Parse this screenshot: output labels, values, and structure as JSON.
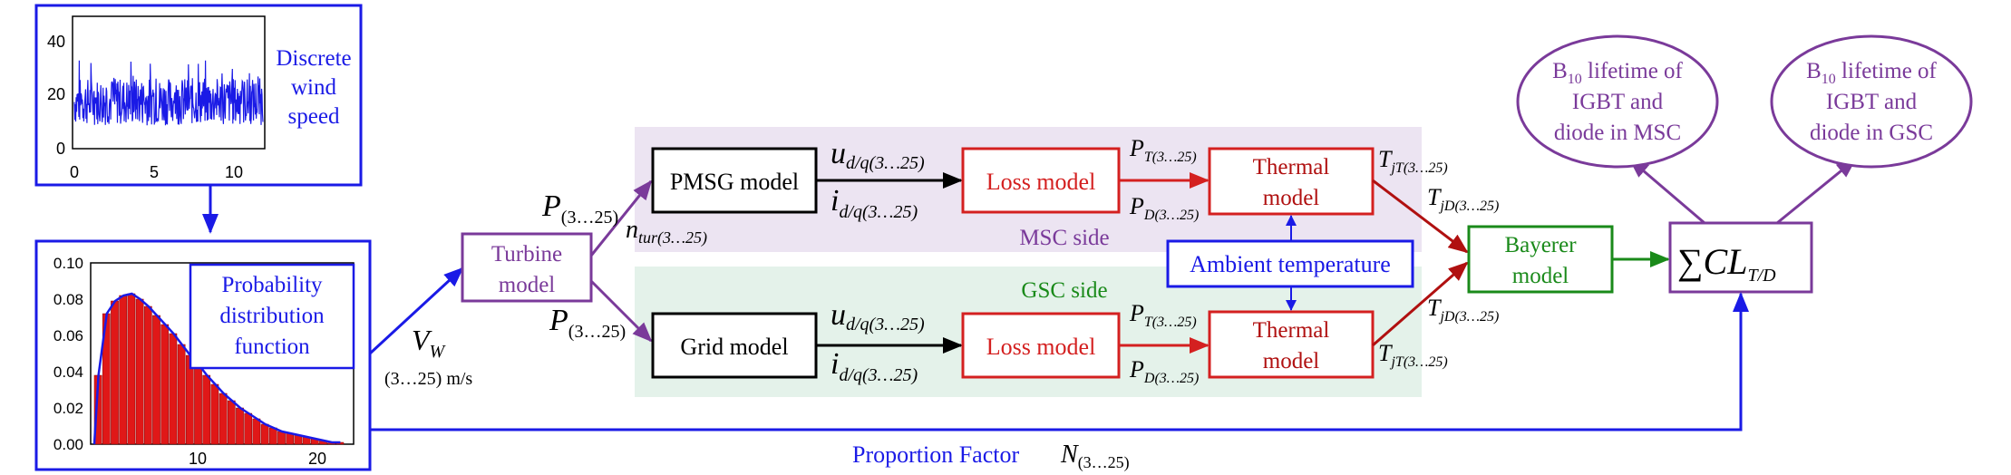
{
  "wind_panel": {
    "label_line1": "Discrete",
    "label_line2": "wind",
    "label_line3": "speed",
    "y_ticks": [
      "40",
      "20",
      "0"
    ],
    "x_ticks": [
      "0",
      "5",
      "10"
    ]
  },
  "pdf_panel": {
    "label_line1": "Probability",
    "label_line2": "distribution",
    "label_line3": "function",
    "y_ticks": [
      "0.10",
      "0.08",
      "0.06",
      "0.04",
      "0.02",
      "0.00"
    ],
    "x_ticks": [
      "10",
      "20"
    ],
    "bar_heights": [
      0.038,
      0.072,
      0.079,
      0.082,
      0.083,
      0.08,
      0.076,
      0.071,
      0.066,
      0.061,
      0.055,
      0.049,
      0.044,
      0.038,
      0.033,
      0.028,
      0.024,
      0.02,
      0.017,
      0.014,
      0.011,
      0.009,
      0.007,
      0.006,
      0.005,
      0.004,
      0.003,
      0.002,
      0.001,
      0.001
    ]
  },
  "wind_input": {
    "symbol": "V",
    "subscript": "W",
    "range": "(3…25) m/s"
  },
  "turbine": {
    "line1": "Turbine",
    "line2": "model"
  },
  "power_top": {
    "symbol": "P",
    "subscript": "(3…25)"
  },
  "power_bottom": {
    "symbol": "P",
    "subscript": "(3…25)"
  },
  "n_tur": {
    "symbol": "n",
    "subscript": "tur(3…25)"
  },
  "msc_region": {
    "label": "MSC side",
    "color": "#ece4f2"
  },
  "gsc_region": {
    "label": "GSC side",
    "color": "#e4f2ea"
  },
  "pmsg": {
    "label": "PMSG model"
  },
  "grid": {
    "label": "Grid model"
  },
  "u_top": {
    "symbol": "u",
    "subscript": "d/q(3…25)"
  },
  "i_top": {
    "symbol": "i",
    "subscript": "d/q(3…25)"
  },
  "u_bottom": {
    "symbol": "u",
    "subscript": "d/q(3…25)"
  },
  "i_bottom": {
    "symbol": "i",
    "subscript": "d/q(3…25)"
  },
  "loss_top": {
    "label": "Loss model"
  },
  "loss_bottom": {
    "label": "Loss model"
  },
  "pt_top": {
    "symbol": "P",
    "subscript": "T(3…25)"
  },
  "pd_top": {
    "symbol": "P",
    "subscript": "D(3…25)"
  },
  "pt_bottom": {
    "symbol": "P",
    "subscript": "T(3…25)"
  },
  "pd_bottom": {
    "symbol": "P",
    "subscript": "D(3…25)"
  },
  "thermal_top": {
    "line1": "Thermal",
    "line2": "model"
  },
  "thermal_bottom": {
    "line1": "Thermal",
    "line2": "model"
  },
  "ambient": {
    "label": "Ambient temperature"
  },
  "tjt_top": {
    "symbol": "T",
    "subscript": "jT(3…25)"
  },
  "tjd_top": {
    "symbol": "T",
    "subscript": "jD(3…25)"
  },
  "tjd_bottom": {
    "symbol": "T",
    "subscript": "jD(3…25)"
  },
  "tjt_bottom": {
    "symbol": "T",
    "subscript": "jT(3…25)"
  },
  "bayerer": {
    "line1": "Bayerer",
    "line2": "model"
  },
  "sum_box": {
    "symbol": "∑",
    "main": "CL",
    "subscript": "T/D"
  },
  "lifetime_msc": {
    "prefix": "B",
    "sub": "10",
    "line1_rest": " lifetime of",
    "line2": "IGBT and",
    "line3": "diode in MSC"
  },
  "lifetime_gsc": {
    "prefix": "B",
    "sub": "10",
    "line1_rest": " lifetime of",
    "line2": "IGBT and",
    "line3": "diode in GSC"
  },
  "proportion": {
    "label": "Proportion Factor",
    "symbol": "N",
    "subscript": "(3…25)"
  },
  "colors": {
    "blue": "#1a1ae6",
    "purple": "#7a3a9a",
    "red": "#d42020",
    "dark_red": "#b01010",
    "green": "#1a8a1a",
    "black": "#000000"
  }
}
